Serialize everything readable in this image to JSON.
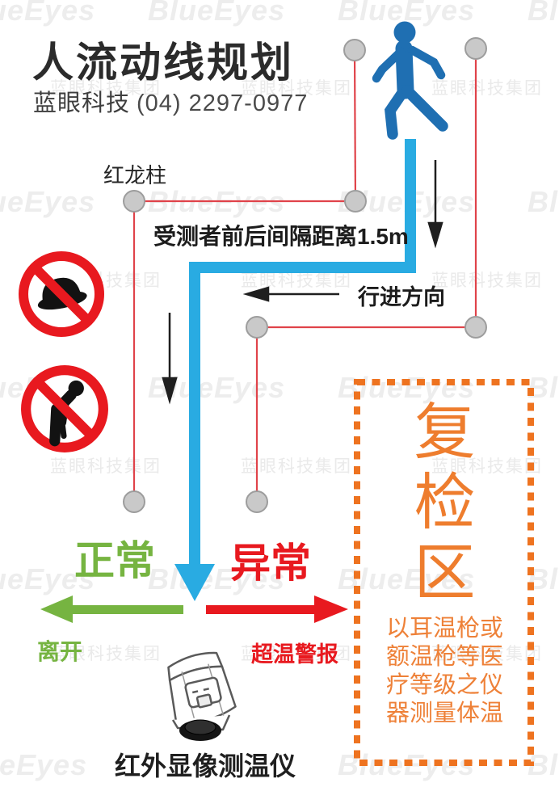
{
  "header": {
    "title": "人流动线规划",
    "company": "蓝眼科技",
    "phone": "(04) 2297-0977"
  },
  "watermarks": {
    "brand": "BlueEyes",
    "group": "蓝眼科技集团"
  },
  "flow": {
    "stanchion_label": "红龙柱",
    "spacing_note": "受测者前后间隔距离1.5m",
    "direction_label": "行进方向",
    "normal_label": "正常",
    "abnormal_label": "异常",
    "leave_label": "离开",
    "alarm_label": "超温警报",
    "camera_label": "红外显像测温仪"
  },
  "recheck_zone": {
    "title": "复检区",
    "title_chars": [
      "复",
      "检",
      "区"
    ],
    "description_lines": [
      "以耳温枪或",
      "额温枪等医",
      "疗等级之仪",
      "器测量体温"
    ]
  },
  "icons": {
    "walking_person": "walking-person-icon",
    "no_hat": "no-hat-prohibition-icon",
    "no_bowing": "no-bowing-prohibition-icon",
    "thermal_camera": "thermal-camera-icon"
  },
  "colors": {
    "path_blue": "#29abe2",
    "person_blue": "#1f6fb2",
    "queue_line_red": "#e0434a",
    "stanchion_gray": "#c9c9c9",
    "normal_green": "#76b441",
    "alert_red": "#e8191f",
    "recheck_orange": "#ee7320"
  }
}
